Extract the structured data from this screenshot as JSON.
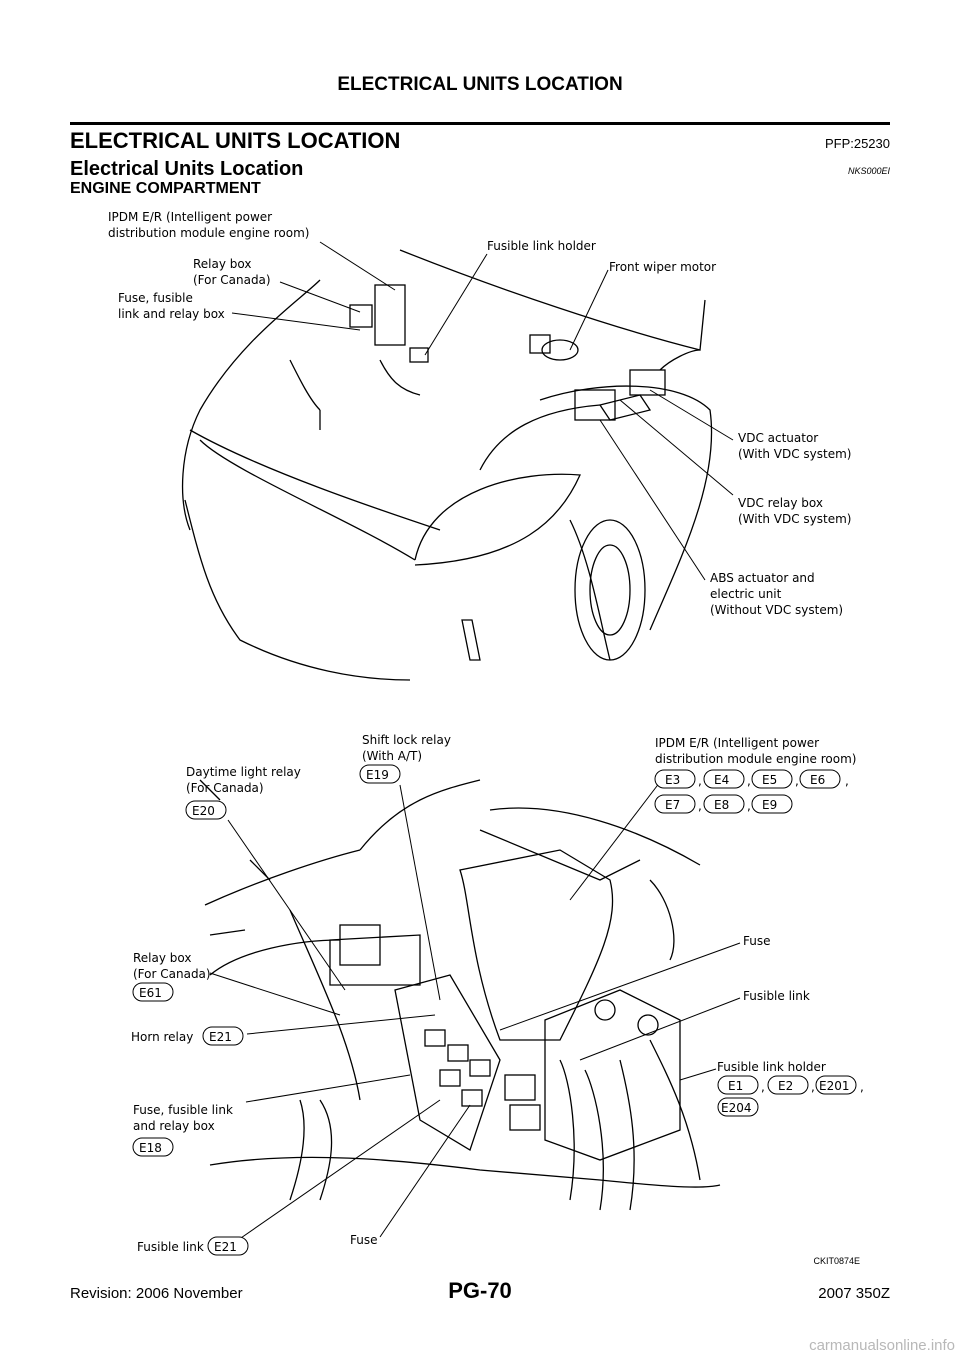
{
  "header": {
    "title": "ELECTRICAL UNITS LOCATION"
  },
  "section": {
    "title": "ELECTRICAL UNITS LOCATION",
    "pfp": "PFP:25230",
    "subtitle": "Electrical Units Location",
    "doc_id": "NKS000EI",
    "compartment": "ENGINE COMPARTMENT"
  },
  "top_labels": {
    "ipdm": [
      "IPDM E/R (Intelligent power",
      "distribution module engine room)"
    ],
    "relay_box": [
      "Relay box",
      "(For Canada)"
    ],
    "fuse_box": [
      "Fuse, fusible",
      "link and relay box"
    ],
    "fusible_link_holder": "Fusible link holder",
    "wiper": "Front wiper motor",
    "vdc_actuator": [
      "VDC actuator",
      "(With VDC system)"
    ],
    "vdc_relay": [
      "VDC relay box",
      "(With VDC system)"
    ],
    "abs": [
      "ABS actuator and",
      "electric unit",
      "(Without VDC system)"
    ]
  },
  "bottom_labels": {
    "shift_lock": [
      "Shift lock relay",
      "(With A/T)"
    ],
    "shift_lock_conn": "E19",
    "daytime": [
      "Daytime light relay",
      "(For Canada)"
    ],
    "daytime_conn": "E20",
    "ipdm": [
      "IPDM E/R (Intelligent power",
      "distribution module engine room)"
    ],
    "ipdm_conn": [
      "E3",
      "E4",
      "E5",
      "E6",
      "E7",
      "E8",
      "E9"
    ],
    "fuse_top": "Fuse",
    "fusible_link_right": "Fusible link",
    "relay_box": [
      "Relay box",
      "(For Canada)"
    ],
    "relay_box_conn": "E61",
    "horn": "Horn relay",
    "horn_conn": "E21",
    "fusible_holder": "Fusible link holder",
    "fusible_holder_conn": [
      "E1",
      "E2",
      "E201",
      "E204"
    ],
    "fuse_box": [
      "Fuse, fusible link",
      "and relay box"
    ],
    "fuse_box_conn": "E18",
    "fusible_link_bottom": "Fusible link",
    "fusible_link_bottom_conn": "E21",
    "fuse_bottom": "Fuse"
  },
  "figure_id": "CKIT0874E",
  "footer": {
    "revision": "Revision: 2006 November",
    "page": "PG-70",
    "model": "2007 350Z"
  },
  "watermark": "carmanualsonline.info"
}
